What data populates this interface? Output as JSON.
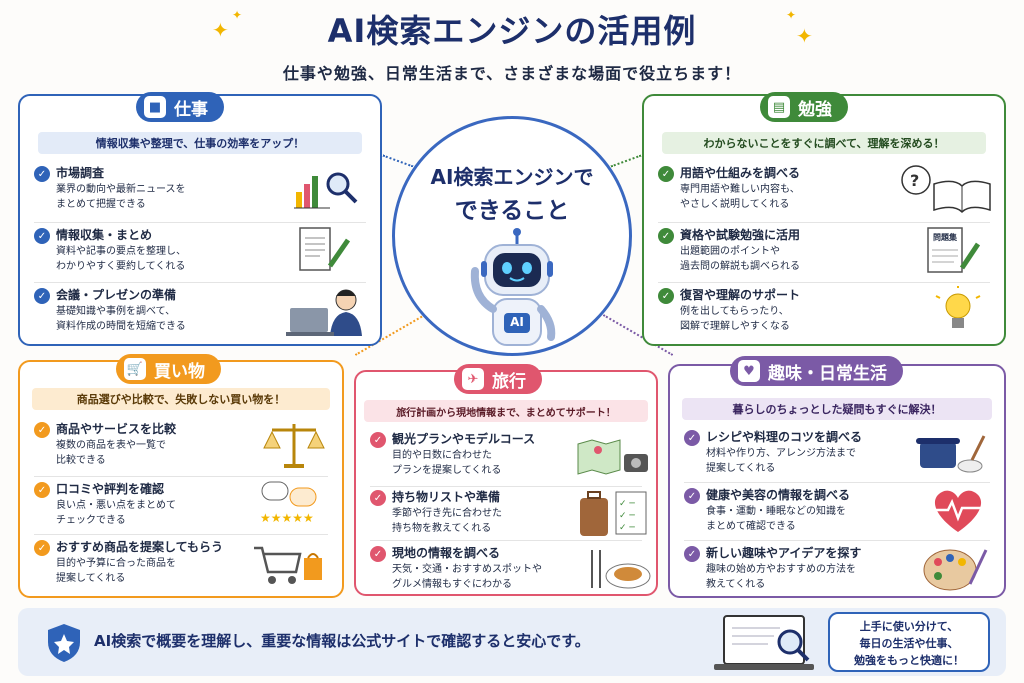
{
  "title": "AI検索エンジンの活用例",
  "subtitle": "仕事や勉強、日常生活まで、さまざまな場面で役立ちます！",
  "center": {
    "line1": "AI検索エンジンで",
    "line2": "できること",
    "robot_badge": "AI"
  },
  "colors": {
    "work": "#2f63b8",
    "study": "#3f8a3a",
    "shopping": "#f29a1e",
    "travel": "#e0566e",
    "hobby": "#7b5aa6",
    "footer": "#2f63b8"
  },
  "work": {
    "title": "仕事",
    "icon": "briefcase-icon",
    "band": "情報収集や整理で、仕事の効率をアップ！",
    "items": [
      {
        "h": "市場調査",
        "d": "業界の動向や最新ニュースを\nまとめて把握できる",
        "icon": "chart-magnifier-icon"
      },
      {
        "h": "情報収集・まとめ",
        "d": "資料や記事の要点を整理し、\nわかりやすく要約してくれる",
        "icon": "document-pen-icon"
      },
      {
        "h": "会議・プレゼンの準備",
        "d": "基礎知識や事例を調べて、\n資料作成の時間を短縮できる",
        "icon": "businessman-laptop-icon"
      }
    ]
  },
  "study": {
    "title": "勉強",
    "icon": "book-icon",
    "band": "わからないことをすぐに調べて、理解を深める！",
    "items": [
      {
        "h": "用語や仕組みを調べる",
        "d": "専門用語や難しい内容も、\nやさしく説明してくれる",
        "icon": "question-book-icon"
      },
      {
        "h": "資格や試験勉強に活用",
        "d": "出題範囲のポイントや\n過去問の解説も調べられる",
        "icon": "workbook-icon",
        "pic_label": "問題集"
      },
      {
        "h": "復習や理解のサポート",
        "d": "例を出してもらったり、\n図解で理解しやすくなる",
        "icon": "lightbulb-icon"
      }
    ]
  },
  "shopping": {
    "title": "買い物",
    "icon": "cart-icon",
    "band": "商品選びや比較で、失敗しない買い物を！",
    "items": [
      {
        "h": "商品やサービスを比較",
        "d": "複数の商品を表や一覧で\n比較できる",
        "icon": "scale-icon"
      },
      {
        "h": "口コミや評判を確認",
        "d": "良い点・悪い点をまとめて\nチェックできる",
        "icon": "reviews-stars-icon"
      },
      {
        "h": "おすすめ商品を提案してもらう",
        "d": "目的や予算に合った商品を\n提案してくれる",
        "icon": "cart-bag-icon"
      }
    ]
  },
  "travel": {
    "title": "旅行",
    "icon": "airplane-icon",
    "band": "旅行計画から現地情報まで、まとめてサポート！",
    "items": [
      {
        "h": "観光プランやモデルコース",
        "d": "目的や日数に合わせた\nプランを提案してくれる",
        "icon": "map-camera-icon"
      },
      {
        "h": "持ち物リストや準備",
        "d": "季節や行き先に合わせた\n持ち物を教えてくれる",
        "icon": "suitcase-checklist-icon"
      },
      {
        "h": "現地の情報を調べる",
        "d": "天気・交通・おすすめスポットや\nグルメ情報もすぐにわかる",
        "icon": "food-plate-icon"
      }
    ]
  },
  "hobby": {
    "title": "趣味・日常生活",
    "icon": "heart-icon",
    "band": "暮らしのちょっとした疑問もすぐに解決！",
    "items": [
      {
        "h": "レシピや料理のコツを調べる",
        "d": "材料や作り方、アレンジ方法まで\n提案してくれる",
        "icon": "cooking-pot-icon"
      },
      {
        "h": "健康や美容の情報を調べる",
        "d": "食事・運動・睡眠などの知識を\nまとめて確認できる",
        "icon": "heartbeat-icon"
      },
      {
        "h": "新しい趣味やアイデアを探す",
        "d": "趣味の始め方やおすすめの方法を\n教えてくれる",
        "icon": "palette-icon"
      }
    ]
  },
  "footer": {
    "text": "AI検索で概要を理解し、重要な情報は公式サイトで確認すると安心です。",
    "bubble": "上手に使い分けて、\n毎日の生活や仕事、\n勉強をもっと快適に！",
    "icon": "shield-icon"
  }
}
